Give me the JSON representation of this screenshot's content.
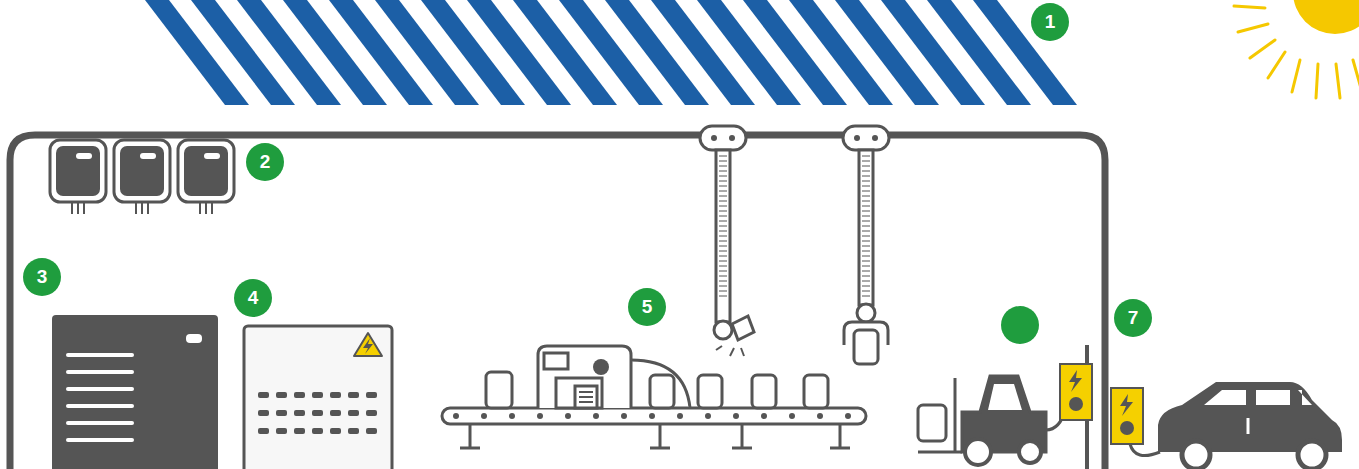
{
  "diagram": {
    "labels": [
      "1",
      "2",
      "3",
      "4",
      "5",
      "7"
    ]
  }
}
